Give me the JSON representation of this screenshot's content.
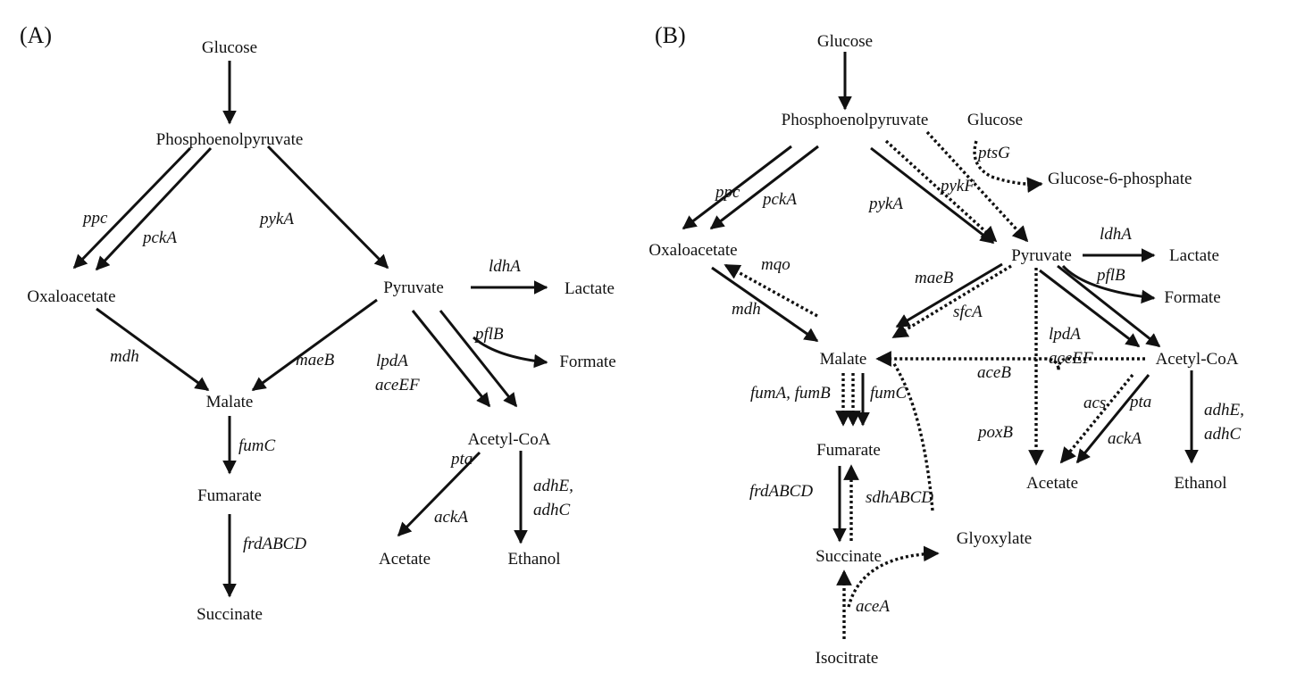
{
  "panels": [
    {
      "id": "A",
      "label": "(A)",
      "metabolites": {
        "glucose": "Glucose",
        "pep": "Phosphoenolpyruvate",
        "oaa": "Oxaloacetate",
        "pyruvate": "Pyruvate",
        "lactate": "Lactate",
        "formate": "Formate",
        "malate": "Malate",
        "acetylcoa": "Acetyl-CoA",
        "fumarate": "Fumarate",
        "acetate": "Acetate",
        "ethanol": "Ethanol",
        "succinate": "Succinate"
      },
      "genes": {
        "ppc": "ppc",
        "pckA": "pckA",
        "pykA": "pykA",
        "ldhA": "ldhA",
        "pflB": "pflB",
        "lpdA": "lpdA",
        "aceEF": "aceEF",
        "maeB": "maeB",
        "mdh": "mdh",
        "fumC": "fumC",
        "pta": "pta",
        "ackA": "ackA",
        "adhE": "adhE,",
        "adhC": "adhC",
        "frdABCD": "frdABCD"
      }
    },
    {
      "id": "B",
      "label": "(B)",
      "metabolites": {
        "glucose": "Glucose",
        "pep": "Phosphoenolpyruvate",
        "glucose2": "Glucose",
        "g6p": "Glucose-6-phosphate",
        "oaa": "Oxaloacetate",
        "pyruvate": "Pyruvate",
        "lactate": "Lactate",
        "formate": "Formate",
        "malate": "Malate",
        "acetylcoa": "Acetyl-CoA",
        "fumarate": "Fumarate",
        "acetate": "Acetate",
        "ethanol": "Ethanol",
        "succinate": "Succinate",
        "glyoxylate": "Glyoxylate",
        "isocitrate": "Isocitrate"
      },
      "genes": {
        "ppc": "ppc",
        "pckA": "pckA",
        "pykA": "pykA",
        "pykF": "pykF",
        "ptsG": "ptsG",
        "ldhA": "ldhA",
        "pflB": "pflB",
        "mqo": "mqo",
        "mdh": "mdh",
        "maeB": "maeB",
        "sfcA": "sfcA",
        "lpdA": "lpdA",
        "aceEF": "aceEF",
        "aceB": "aceB",
        "fumAB": "fumA, fumB",
        "fumC": "fumC",
        "poxB": "poxB",
        "acs": "acs",
        "pta": "pta",
        "ackA": "ackA",
        "adhE": "adhE,",
        "adhC": "adhC",
        "frdABCD": "frdABCD",
        "sdhABCD": "sdhABCD",
        "aceA": "aceA"
      }
    }
  ]
}
